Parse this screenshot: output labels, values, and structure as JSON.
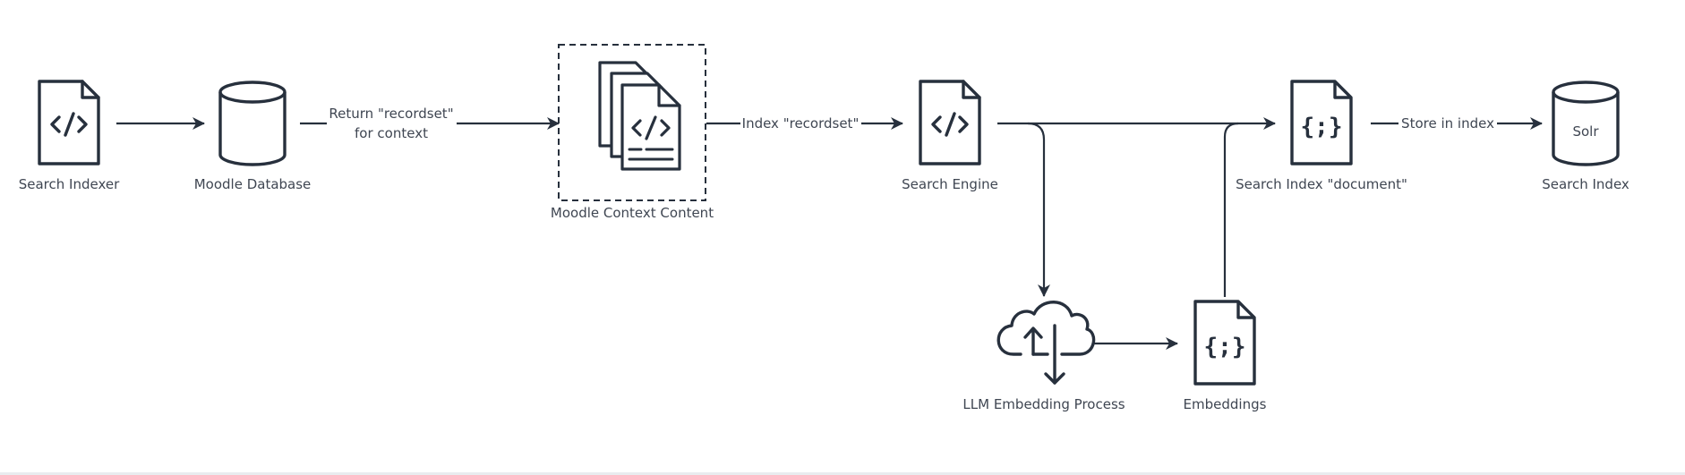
{
  "diagram": {
    "nodes": {
      "search_indexer": {
        "label": "Search Indexer",
        "icon": "code-file-icon"
      },
      "moodle_database": {
        "label": "Moodle Database",
        "icon": "database-icon"
      },
      "moodle_context_content": {
        "label": "Moodle Context Content",
        "icon": "code-documents-stack-icon"
      },
      "search_engine": {
        "label": "Search Engine",
        "icon": "code-file-icon"
      },
      "search_index_document": {
        "label": "Search Index \"document\"",
        "icon": "json-file-icon"
      },
      "search_index": {
        "label": "Search Index",
        "icon": "database-icon",
        "inner_text": "Solr"
      },
      "llm_embedding_process": {
        "label": "LLM Embedding Process",
        "icon": "cloud-upload-download-icon"
      },
      "embeddings": {
        "label": "Embeddings",
        "icon": "json-file-icon"
      }
    },
    "edges": {
      "return_recordset": {
        "label_line1": "Return \"recordset\"",
        "label_line2": "for context"
      },
      "index_recordset": {
        "label": "Index \"recordset\""
      },
      "store_in_index": {
        "label": "Store in index"
      }
    },
    "colors": {
      "stroke": "#27303d",
      "text": "#3f4652"
    }
  }
}
